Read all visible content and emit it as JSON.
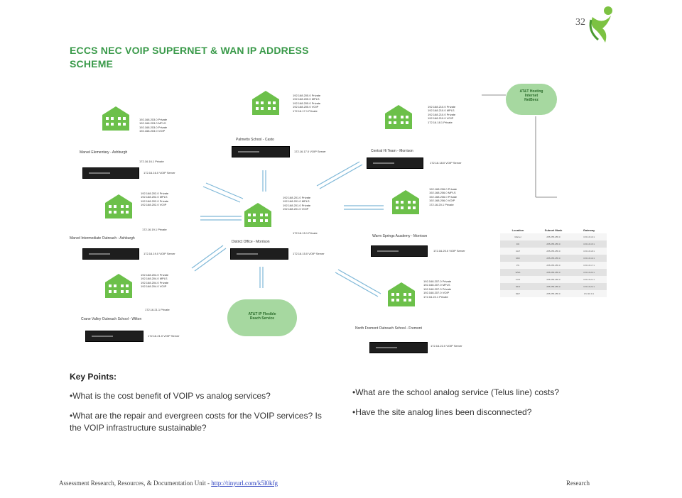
{
  "page_number": "32",
  "title_line1": "ECCS NEC VOIP SUPERNET & WAN IP ADDRESS",
  "title_line2": "SCHEME",
  "sites": [
    {
      "id": "site-1",
      "label": "Marvel Elementary - Ashburgh",
      "ips": [
        "192.168.203.0 Private",
        "192.168.203.0 MPLS",
        "192.168.203.0 Private",
        "192.168.203.0 VOIP"
      ],
      "gateway": "172.16.16.1 Private",
      "router": "172.16.16.0 VOIP Server"
    },
    {
      "id": "site-2",
      "label": "Palmetto School - Casto",
      "ips": [
        "192.168.205.0 Private",
        "192.168.205.0 MPLS",
        "192.168.205.0 Private",
        "192.168.205.0 VOIP",
        "172.16.17.1 Private"
      ],
      "router": "172.16.17.0 VOIP Server"
    },
    {
      "id": "site-3",
      "label": "Central Hi Team - Morrison",
      "ips": [
        "192.168.210.0 Private",
        "192.168.210.0 MPLS",
        "192.168.210.0 Private",
        "192.168.210.0 VOIP",
        "172.16.18.1 Private"
      ],
      "router": "172.16.18.0 VOIP Server"
    },
    {
      "id": "site-4",
      "label": "Marvel Intermediate Outreach - Ashburgh",
      "ips": [
        "192.168.202.0 Private",
        "192.168.202.0 MPLS",
        "192.168.202.0 Private",
        "192.168.202.0 VOIP"
      ],
      "gateway": "172.16.19.1 Private",
      "router": "172.16.19.0 VOIP Server"
    },
    {
      "id": "site-5",
      "label": "District Office - Morrison",
      "ips": [
        "192.168.201.0 Private",
        "192.168.201.0 MPLS",
        "192.168.201.0 Private",
        "192.168.201.0 VOIP"
      ],
      "gateway": "172.16.15.1 Private",
      "router": "172.16.15.0 VOIP Server"
    },
    {
      "id": "site-6",
      "label": "Warm Springs Academy - Morrison",
      "ips": [
        "192.168.206.0 Private",
        "192.168.206.0 MPLS",
        "192.168.206.0 Private",
        "192.168.206.0 VOIP",
        "172.16.20.1 Private"
      ],
      "router": "172.16.20.0 VOIP Server"
    },
    {
      "id": "site-7",
      "label": "Crane Valley Outreach School - Wilton",
      "ips": [
        "192.168.204.0 Private",
        "192.168.204.0 MPLS",
        "192.168.204.0 Private",
        "192.168.204.0 VOIP"
      ],
      "gateway": "172.16.21.1 Private",
      "router": "172.16.21.0 VOIP Server"
    },
    {
      "id": "site-8",
      "label": "North Fremont Outreach School - Fremont",
      "ips": [
        "192.168.207.0 Private",
        "192.168.207.0 MPLS",
        "192.168.207.0 Private",
        "192.168.207.0 VOIP",
        "172.16.22.1 Private"
      ],
      "router": "172.16.22.0 VOIP Server"
    }
  ],
  "cloud_top": {
    "line1": "AT&T Hosting",
    "line2": "Internet",
    "line3": "NetBeez"
  },
  "cloud_bottom": {
    "line1": "AT&T IP Flexible",
    "line2": "Reach Service"
  },
  "legend_table": {
    "headers": [
      "Location",
      "Subnet Mask",
      "Gateway"
    ],
    "rows": [
      [
        "Marvel",
        "255.255.255.0",
        "172.16.16.1"
      ],
      [
        "DO",
        "255.255.255.0",
        "172.16.15.1"
      ],
      [
        "CHT",
        "255.255.255.0",
        "172.16.18.1"
      ],
      [
        "MIO",
        "255.255.255.0",
        "172.16.19.1"
      ],
      [
        "PS",
        "255.255.255.0",
        "172.16.17.1"
      ],
      [
        "WSA",
        "255.255.255.0",
        "172.16.20.1"
      ],
      [
        "CVO",
        "255.255.255.0",
        "172.16.21.1"
      ],
      [
        "NFO",
        "255.255.255.0",
        "172.16.22.1"
      ],
      [
        "NET",
        "255.255.255.0",
        "172.16.0.1"
      ]
    ]
  },
  "key_points_title": "Key Points:",
  "key_points_left": [
    "•What is the cost benefit of VOIP vs analog services?",
    "•What are the repair and evergreen costs for the VOIP services? Is the VOIP infrastructure sustainable?"
  ],
  "key_points_right": [
    "•What are the school analog service (Telus line) costs?",
    "•Have the site analog lines been disconnected?"
  ],
  "footer_text": "Assessment Research, Resources, & Documentation Unit - ",
  "footer_link": "http://tinyurl.com/k5l0kfg",
  "footer_right": "Research"
}
